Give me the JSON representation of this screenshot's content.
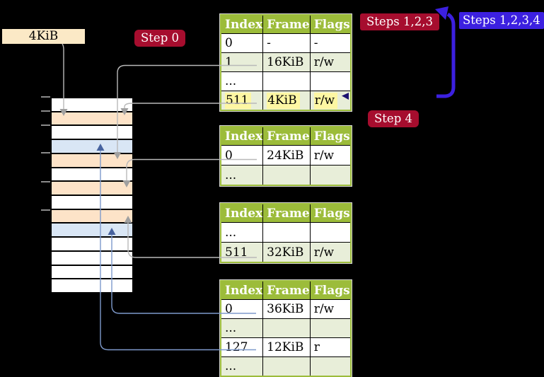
{
  "colors": {
    "accent_red": "#a60d2e",
    "accent_blue": "#3c20e0",
    "table_header_green": "#9cbc3a",
    "table_row_green": "#e8eed9",
    "highlight_yellow": "#fdf7a3",
    "frame_peach": "#fde3c8",
    "frame_blue": "#d9e6f5",
    "frame_white": "#ffffff",
    "box_wheat": "#fbe9c6",
    "gray_line": "#b9b9b9",
    "blue_line": "#7e9acc",
    "blue_arrow_head": "#47639f"
  },
  "box": {
    "label": "4KiB"
  },
  "labels": {
    "step0": "Step 0",
    "steps123": "Steps 1,2,3",
    "steps1234": "Steps 1,2,3,4",
    "step4": "Step 4"
  },
  "tables": [
    {
      "headers": [
        "Index",
        "Frame",
        "Flags"
      ],
      "rows": [
        [
          "0",
          "-",
          "-"
        ],
        [
          "1",
          "16KiB",
          "r/w"
        ],
        [
          "...",
          "",
          ""
        ],
        [
          "511",
          "4KiB",
          "r/w"
        ]
      ],
      "highlighted_row": 3
    },
    {
      "headers": [
        "Index",
        "Frame",
        "Flags"
      ],
      "rows": [
        [
          "0",
          "24KiB",
          "r/w"
        ],
        [
          "...",
          "",
          ""
        ]
      ]
    },
    {
      "headers": [
        "Index",
        "Frame",
        "Flags"
      ],
      "rows": [
        [
          "...",
          "",
          ""
        ],
        [
          "511",
          "32KiB",
          "r/w"
        ]
      ]
    },
    {
      "headers": [
        "Index",
        "Frame",
        "Flags"
      ],
      "rows": [
        [
          "0",
          "36KiB",
          "r/w"
        ],
        [
          "...",
          "",
          ""
        ],
        [
          "127",
          "12KiB",
          "r"
        ],
        [
          "...",
          "",
          ""
        ]
      ]
    }
  ],
  "memory": {
    "rows": [
      "white",
      "peach",
      "white",
      "blue",
      "peach",
      "white",
      "peach",
      "white",
      "peach",
      "blue",
      "white",
      "white",
      "white",
      "white"
    ]
  }
}
